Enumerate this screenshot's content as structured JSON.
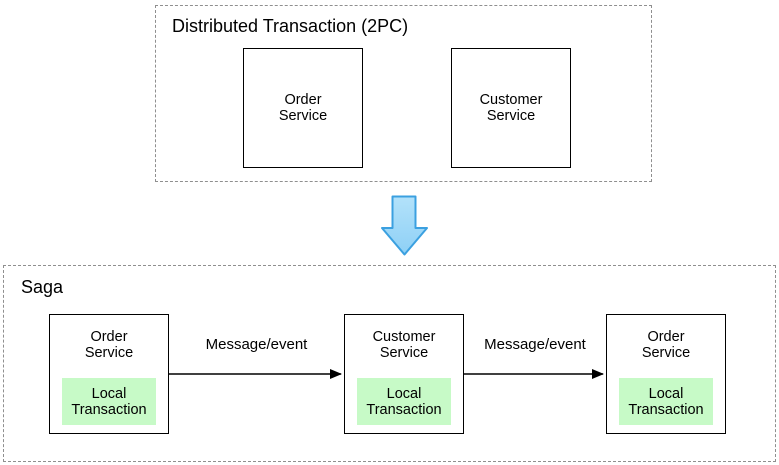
{
  "colors": {
    "dashed_border": "#8f8f8f",
    "box_border": "#000000",
    "local_transaction_fill": "#c7fac7",
    "transform_arrow_fill_top": "#b3e2fa",
    "transform_arrow_fill_bottom": "#8ed0f6",
    "transform_arrow_stroke": "#3ba0e0",
    "message_arrow": "#000000"
  },
  "two_pc": {
    "title": "Distributed Transaction (2PC)",
    "services": [
      {
        "name": "Order\nService"
      },
      {
        "name": "Customer\nService"
      }
    ]
  },
  "saga": {
    "title": "Saga",
    "steps": [
      {
        "service": "Order\nService",
        "inner": "Local\nTransaction"
      },
      {
        "service": "Customer\nService",
        "inner": "Local\nTransaction"
      },
      {
        "service": "Order\nService",
        "inner": "Local\nTransaction"
      }
    ],
    "edges": [
      {
        "label": "Message/event"
      },
      {
        "label": "Message/event"
      }
    ]
  }
}
